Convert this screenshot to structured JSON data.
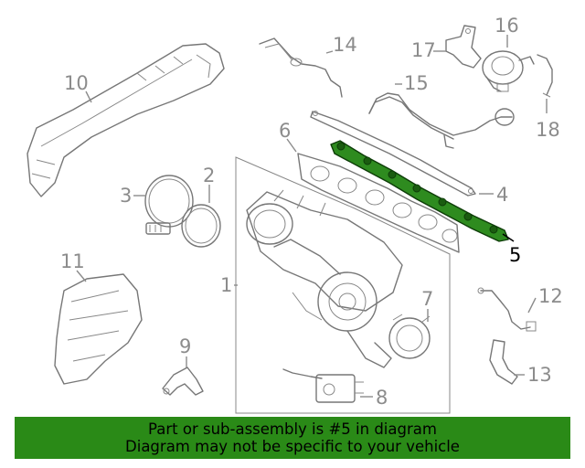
{
  "diagram": {
    "callouts": [
      "1",
      "2",
      "3",
      "4",
      "5",
      "6",
      "7",
      "8",
      "9",
      "10",
      "11",
      "12",
      "13",
      "14",
      "15",
      "16",
      "17",
      "18"
    ],
    "highlighted_callout": "5",
    "highlight_color": "#2a8a17"
  },
  "banner": {
    "line1": "Part or sub-assembly is #5 in diagram",
    "line2": "Diagram may not be specific to your vehicle",
    "background": "#2a8a17"
  }
}
